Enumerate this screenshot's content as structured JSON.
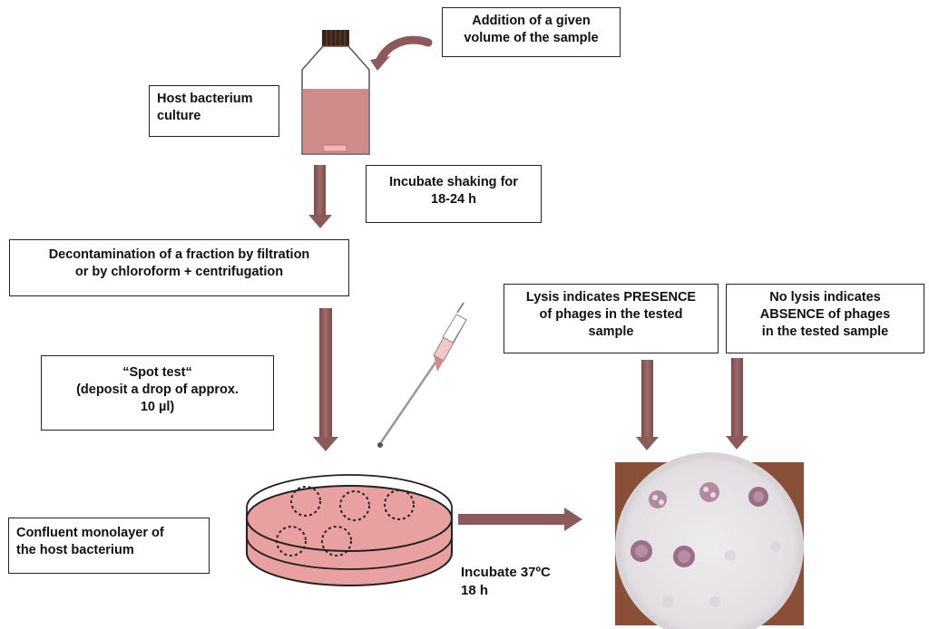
{
  "steps": {
    "addition": {
      "line1": "Addition of a given",
      "line2": "volume of the sample"
    },
    "host_culture": {
      "line1": "Host bacterium",
      "line2": "culture"
    },
    "incubate_shaking": {
      "line1": "Incubate shaking for",
      "line2": "18-24 h"
    },
    "decontamination": {
      "line1": "Decontamination of a fraction by  filtration",
      "line2": "or by  chloroform + centrifugation"
    },
    "spot_test": {
      "line1": "“Spot test“",
      "line2": "(deposit a drop of approx.",
      "line3": "10 µl)"
    },
    "lysis_presence": {
      "line1": "Lysis indicates  PRESENCE",
      "line2": "of  phages in the tested",
      "line3": "sample"
    },
    "no_lysis_absence": {
      "line1": "No lysis indicates",
      "line2": "ABSENCE of  phages",
      "line3": "in the tested sample"
    },
    "monolayer": {
      "line1": "Confluent monolayer of",
      "line2": "the host bacterium"
    },
    "incubate_37": {
      "line1": "Incubate  37ºC",
      "line2": "18 h"
    }
  },
  "colors": {
    "arrow": "#8c5a5a",
    "arrow_dark": "#6e4444",
    "culture_pink": "#cf8a8a",
    "dish_pink": "#e8a0a0",
    "bottle_cap": "#3a2418",
    "plate_background": "#9a5a3e",
    "plate_agar": "#e9e6ea",
    "plaque": "#a77a92"
  },
  "icons": {
    "bottle": "culture-bottle-icon",
    "pipette": "pipette-icon",
    "dish": "petri-dish-icon",
    "plate": "plate-photo"
  }
}
